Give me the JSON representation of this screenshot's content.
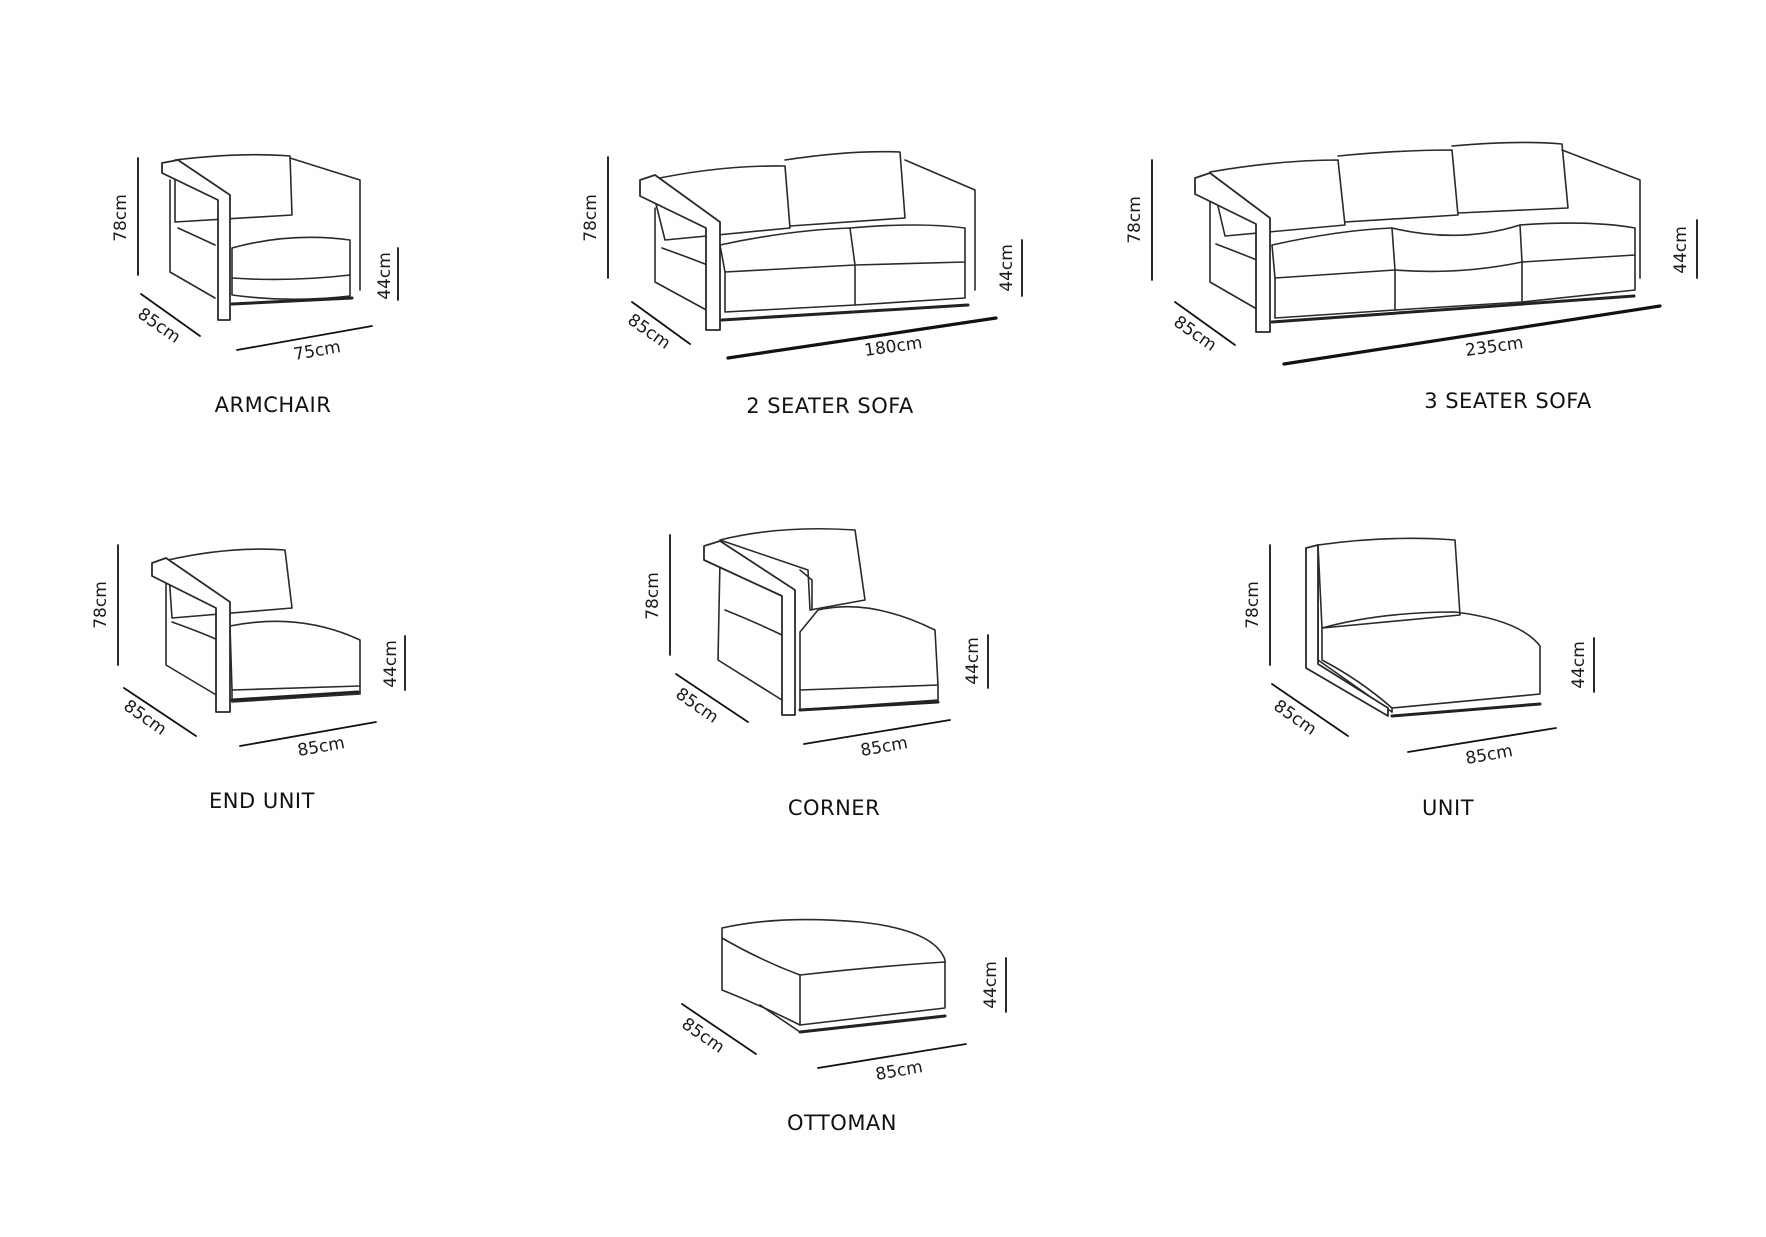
{
  "pieces": [
    {
      "id": "armchair",
      "label": "ARMCHAIR",
      "height": "78cm",
      "depth": "85cm",
      "width": "75cm",
      "seat": "44cm"
    },
    {
      "id": "sofa2",
      "label": "2 SEATER SOFA",
      "height": "78cm",
      "depth": "85cm",
      "width": "180cm",
      "seat": "44cm"
    },
    {
      "id": "sofa3",
      "label": "3 SEATER SOFA",
      "height": "78cm",
      "depth": "85cm",
      "width": "235cm",
      "seat": "44cm"
    },
    {
      "id": "endunit",
      "label": "END UNIT",
      "height": "78cm",
      "depth": "85cm",
      "width": "85cm",
      "seat": "44cm"
    },
    {
      "id": "corner",
      "label": "CORNER",
      "height": "78cm",
      "depth": "85cm",
      "width": "85cm",
      "seat": "44cm"
    },
    {
      "id": "unit",
      "label": "UNIT",
      "height": "78cm",
      "depth": "85cm",
      "width": "85cm",
      "seat": "44cm"
    },
    {
      "id": "ottoman",
      "label": "OTTOMAN",
      "depth": "85cm",
      "width": "85cm",
      "seat": "44cm"
    }
  ]
}
